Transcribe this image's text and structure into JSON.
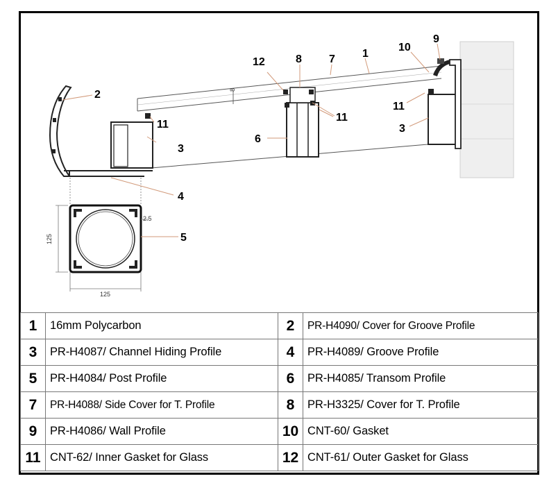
{
  "callouts": {
    "c1": "1",
    "c2": "2",
    "c3a": "3",
    "c3b": "3",
    "c4": "4",
    "c5": "5",
    "c6": "6",
    "c7": "7",
    "c8": "8",
    "c9": "9",
    "c10": "10",
    "c11a": "11",
    "c11b": "11",
    "c11c": "11",
    "c12": "12"
  },
  "dimensions": {
    "width": "125",
    "height": "125",
    "wall": "2.5",
    "slope_mark": "8"
  },
  "legend": [
    {
      "n1": "1",
      "d1": "16mm Polycarbon",
      "n2": "2",
      "d2": "PR-H4090/ Cover for Groove Profile"
    },
    {
      "n1": "3",
      "d1": "PR-H4087/ Channel Hiding Profile",
      "n2": "4",
      "d2": "PR-H4089/ Groove Profile"
    },
    {
      "n1": "5",
      "d1": "PR-H4084/ Post Profile",
      "n2": "6",
      "d2": "PR-H4085/ Transom Profile"
    },
    {
      "n1": "7",
      "d1": "PR-H4088/ Side Cover for T. Profile",
      "n2": "8",
      "d2": "PR-H3325/ Cover for T. Profile"
    },
    {
      "n1": "9",
      "d1": "PR-H4086/ Wall Profile",
      "n2": "10",
      "d2": "CNT-60/ Gasket"
    },
    {
      "n1": "11",
      "d1": "CNT-62/ Inner Gasket for Glass",
      "n2": "12",
      "d2": "CNT-61/ Outer Gasket for Glass"
    }
  ]
}
